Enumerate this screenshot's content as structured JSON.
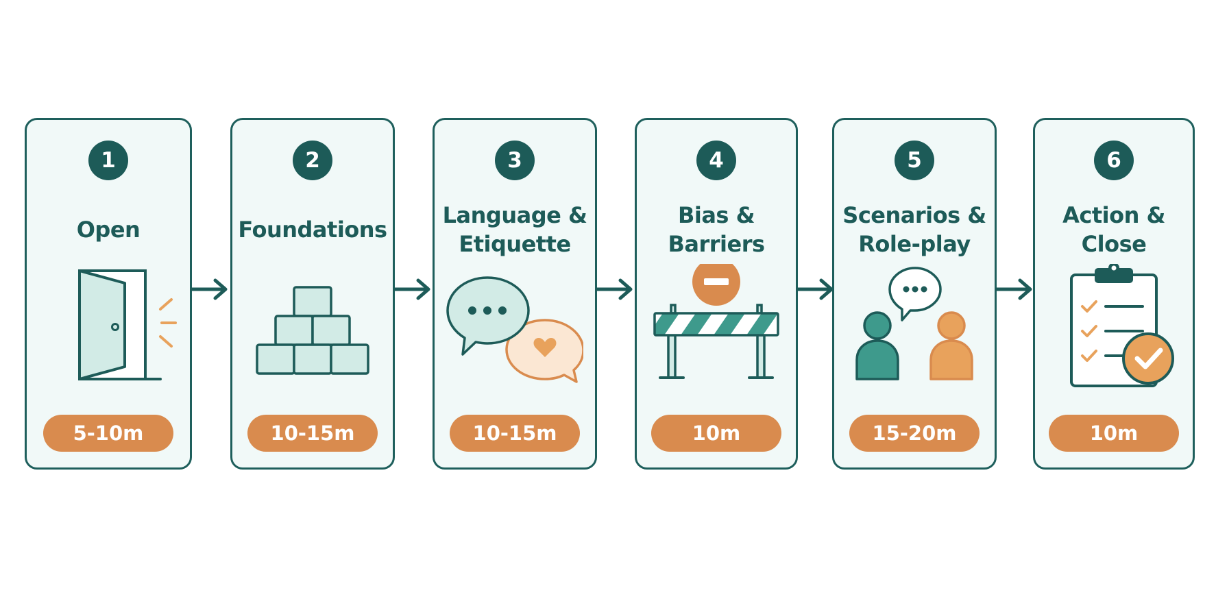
{
  "colors": {
    "primary": "#1d5b58",
    "card_border": "#1e5f5c",
    "card_fill": "#f1f9f8",
    "accent": "#d98b4e",
    "teal_light": "#d2ebe6",
    "teal_mid": "#3e9a8c",
    "orange_light": "#fbe7d3",
    "orange_mid": "#e8a25c"
  },
  "steps": [
    {
      "number": "1",
      "title": "Open",
      "icon": "open-door-icon",
      "duration": "5-10m"
    },
    {
      "number": "2",
      "title": "Foundations",
      "icon": "building-blocks-icon",
      "duration": "10-15m"
    },
    {
      "number": "3",
      "title": "Language &\nEtiquette",
      "icon": "speech-bubbles-icon",
      "duration": "10-15m"
    },
    {
      "number": "4",
      "title": "Bias &\nBarriers",
      "icon": "road-barrier-icon",
      "duration": "10m"
    },
    {
      "number": "5",
      "title": "Scenarios &\nRole-play",
      "icon": "two-people-conversation-icon",
      "duration": "15-20m"
    },
    {
      "number": "6",
      "title": "Action &\nClose",
      "icon": "checklist-clipboard-icon",
      "duration": "10m"
    }
  ],
  "connectors": [
    "arrow-right-icon",
    "arrow-right-icon",
    "arrow-right-icon",
    "arrow-right-icon",
    "arrow-right-icon"
  ]
}
